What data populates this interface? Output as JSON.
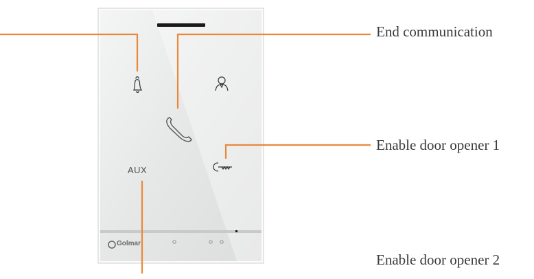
{
  "device": {
    "name": "Golmar intercom panel",
    "aux_label": "AUX",
    "brand_text": "Golmar",
    "accent_color": "#e8893a",
    "icons": [
      "bell-icon",
      "user-icon",
      "handset-icon",
      "key-icon"
    ]
  },
  "callouts": {
    "end_communication": "End communication",
    "door_opener_1": "Enable door opener 1",
    "door_opener_2": "Enable door opener 2"
  }
}
